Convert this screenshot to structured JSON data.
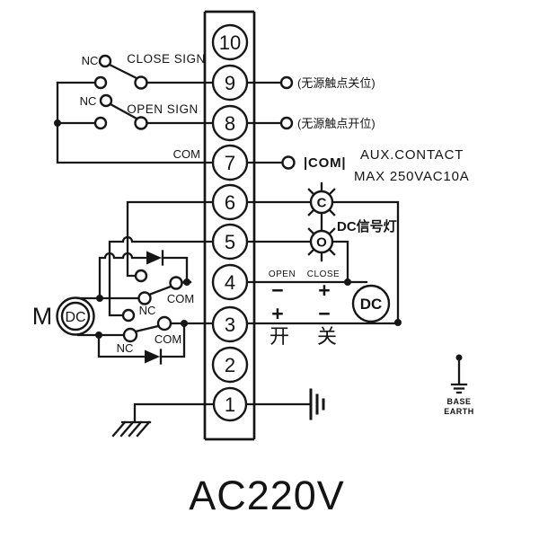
{
  "title": "AC220V",
  "terminals": {
    "numbers": [
      "10",
      "9",
      "8",
      "7",
      "6",
      "5",
      "4",
      "3",
      "2",
      "1"
    ]
  },
  "signal_switches": {
    "close_switch_nc": "NC",
    "close_sign": "CLOSE SIGN",
    "open_switch_nc": "NC",
    "open_sign": "OPEN SIGN",
    "com": "COM"
  },
  "right_annotations": {
    "dry_contact_close": "(无源触点关位)",
    "dry_contact_open": "(无源触点开位)",
    "com_bracket": "|COM|",
    "aux_contact": "AUX.CONTACT",
    "aux_rating": "MAX 250VAC10A",
    "dc_lamp_label": "DC信号灯"
  },
  "lamps": {
    "close_lamp_letter": "C",
    "open_lamp_letter": "O"
  },
  "motor": {
    "label": "M",
    "type": "DC"
  },
  "dc_source": {
    "label": "DC"
  },
  "motor_switches": {
    "upper_nc": "NC",
    "upper_com": "COM",
    "lower_nc": "NC",
    "lower_com": "COM"
  },
  "polarity": {
    "open_label": "OPEN",
    "close_label": "CLOSE",
    "row1_left": "−",
    "row1_right": "+",
    "row2_left": "+",
    "row2_right": "−",
    "cn_open": "开",
    "cn_close": "关"
  },
  "base_earth": {
    "line1": "BASE",
    "line2": "EARTH"
  }
}
